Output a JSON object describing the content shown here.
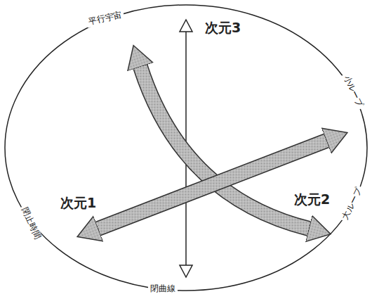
{
  "diagram": {
    "labels": [
      "平行宇宙",
      "小ループ",
      "大ループ",
      "閉曲線",
      "閉止時間",
      "次元3",
      "次元1",
      "次元2"
    ]
  }
}
